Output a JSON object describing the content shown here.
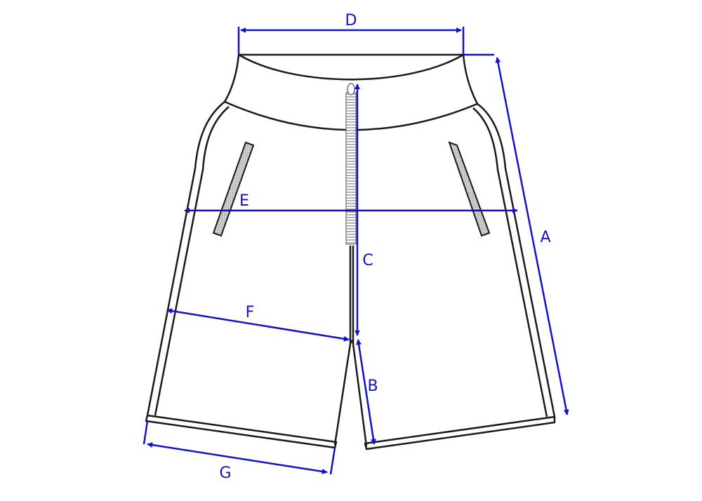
{
  "colors": {
    "background": "#ffffff",
    "outline": "#1a1a1a",
    "dimension": "#1111cc",
    "zipper_fill": "#d9d9d9",
    "pocket_fill": "#cfcfcf"
  },
  "labels": {
    "A": "A",
    "B": "B",
    "C": "C",
    "D": "D",
    "E": "E",
    "F": "F",
    "G": "G"
  }
}
